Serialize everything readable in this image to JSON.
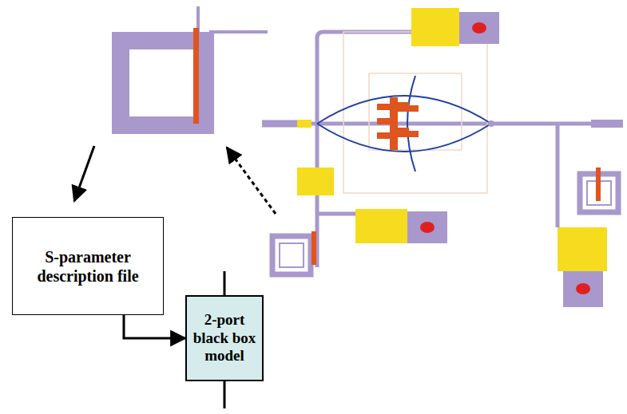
{
  "diagram": {
    "nodes": [
      {
        "text": [
          "S-parameter description file"
        ]
      },
      {
        "text": [
          "2-port black box model"
        ]
      }
    ],
    "edges": [
      {
        "from": 0,
        "to": 1,
        "arrow": "to"
      }
    ]
  }
}
